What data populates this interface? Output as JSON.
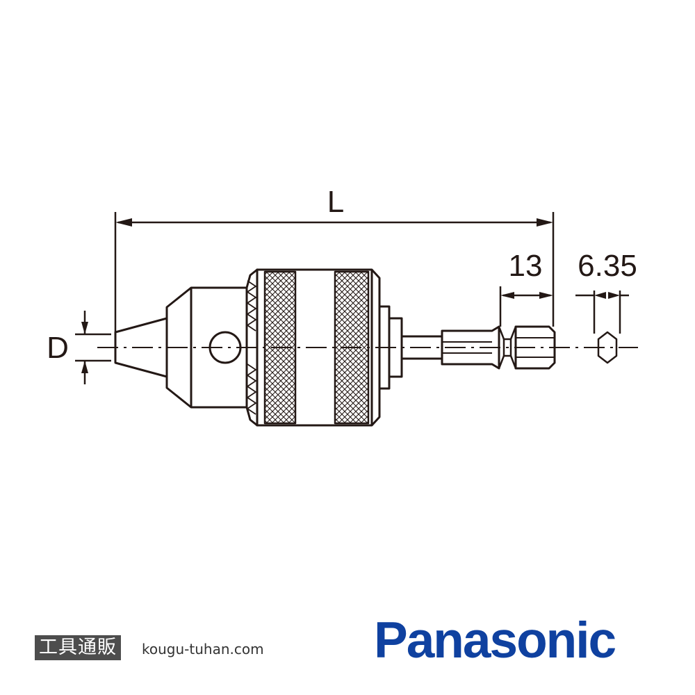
{
  "dimensions": {
    "length_label": "L",
    "hex_length_label": "13",
    "hex_size_label": "6.35",
    "diameter_label": "D"
  },
  "footer": {
    "shop_badge": "工具通販",
    "shop_url": "kougu-tuhan.com",
    "brand": "Panasonic"
  },
  "colors": {
    "line": "#231815",
    "brand": "#0f41a0",
    "badge_bg": "#4d4d4d"
  }
}
